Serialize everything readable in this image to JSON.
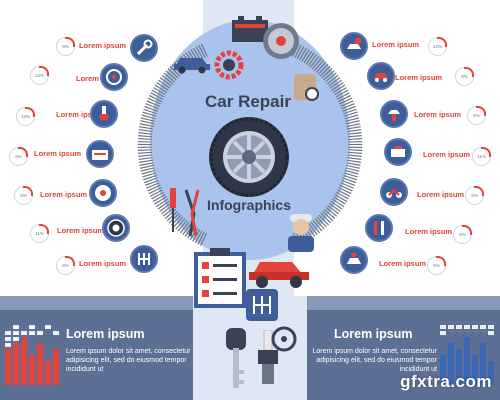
{
  "title_line1": "Car Repair",
  "title_line2": "Infographics",
  "lorem": "Lorem ipsum",
  "left_items": [
    {
      "icon": "wrench-icon",
      "pct": "6%"
    },
    {
      "icon": "steering-wheel-icon",
      "pct": "12%"
    },
    {
      "icon": "spark-plug-icon",
      "pct": "13%"
    },
    {
      "icon": "battery-icon",
      "pct": "6%"
    },
    {
      "icon": "brake-disc-icon",
      "pct": "5%"
    },
    {
      "icon": "tire-icon",
      "pct": "11%"
    },
    {
      "icon": "gear-shift-icon",
      "pct": "8%"
    }
  ],
  "right_items": [
    {
      "icon": "car-question-icon",
      "pct": "12%"
    },
    {
      "icon": "red-car-icon",
      "pct": "8%"
    },
    {
      "icon": "car-lift-icon",
      "pct": "6%"
    },
    {
      "icon": "car-engine-icon",
      "pct": "11%"
    },
    {
      "icon": "motorcycle-icon",
      "pct": "6%"
    },
    {
      "icon": "tools-icon",
      "pct": "9%"
    },
    {
      "icon": "car-service-icon",
      "pct": "6%"
    }
  ],
  "bottom_left": {
    "heading": "Lorem ipsum",
    "text": "Lorem ipsum dolor sit amet, consectetur adipisicing elit, sed do eiusmod tempor incididunt ut"
  },
  "bottom_right": {
    "heading": "Lorem ipsum",
    "text": "Lorem ipsum dolor sit amet, consectetur adipisicing elit, sed do eiusmod tempor incididunt ut"
  },
  "watermark": "gfxtra.com",
  "colors": {
    "accent_red": "#e2433a",
    "icon_blue": "#3e5e9b",
    "light_blue": "#aac3ec",
    "dark_panel": "#5d6f94",
    "bar_blue": "#3b66b3"
  }
}
